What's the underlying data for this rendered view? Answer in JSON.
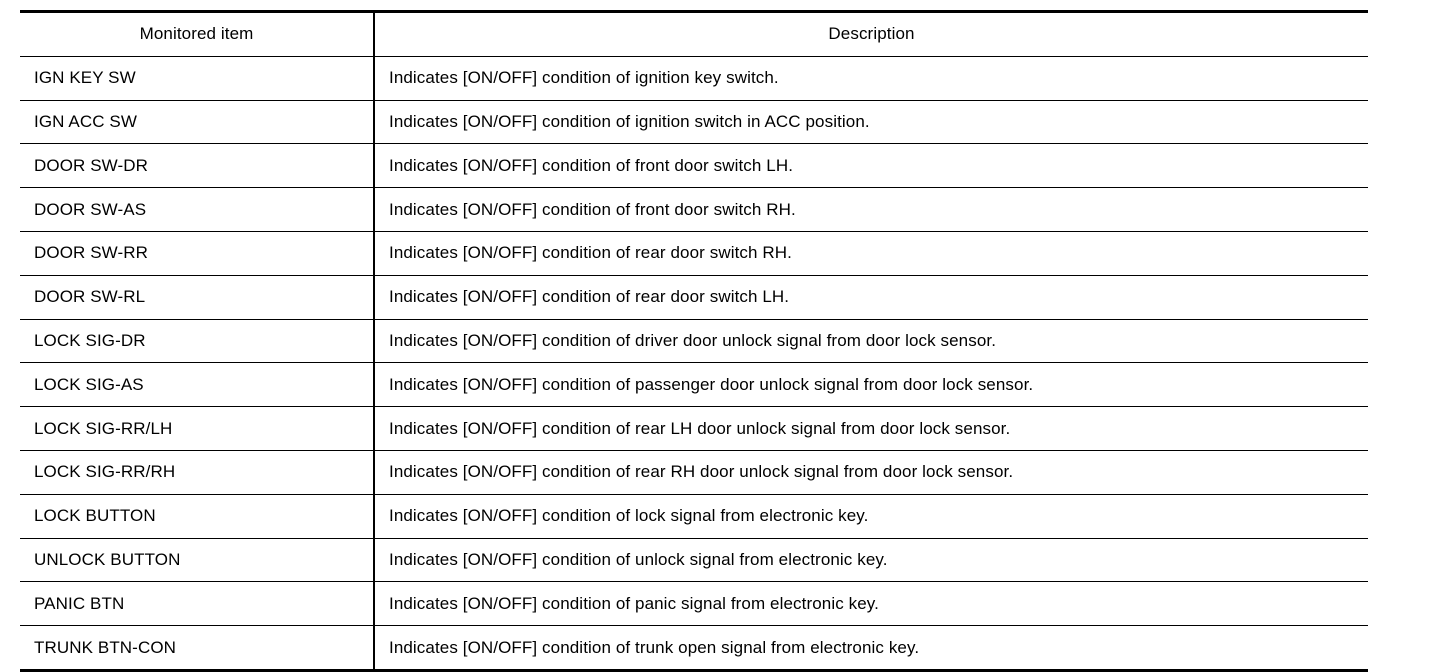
{
  "table": {
    "columns": [
      {
        "key": "item",
        "label": "Monitored item",
        "align": "center"
      },
      {
        "key": "description",
        "label": "Description",
        "align": "center"
      }
    ],
    "rows": [
      {
        "item": "IGN KEY SW",
        "description": "Indicates [ON/OFF] condition of ignition key switch."
      },
      {
        "item": "IGN ACC SW",
        "description": "Indicates [ON/OFF] condition of ignition switch in ACC position."
      },
      {
        "item": "DOOR SW-DR",
        "description": "Indicates [ON/OFF] condition of front door switch LH."
      },
      {
        "item": "DOOR SW-AS",
        "description": "Indicates [ON/OFF] condition of front door switch RH."
      },
      {
        "item": "DOOR SW-RR",
        "description": "Indicates [ON/OFF] condition of rear door switch RH."
      },
      {
        "item": "DOOR SW-RL",
        "description": "Indicates [ON/OFF] condition of rear door switch LH."
      },
      {
        "item": "LOCK SIG-DR",
        "description": "Indicates [ON/OFF] condition of driver door unlock signal from door lock sensor."
      },
      {
        "item": "LOCK SIG-AS",
        "description": "Indicates [ON/OFF] condition of passenger door unlock signal from door lock sensor."
      },
      {
        "item": "LOCK SIG-RR/LH",
        "description": "Indicates [ON/OFF] condition of rear LH door unlock signal from door lock sensor."
      },
      {
        "item": "LOCK SIG-RR/RH",
        "description": "Indicates [ON/OFF] condition of rear RH door unlock signal from door lock sensor."
      },
      {
        "item": "LOCK BUTTON",
        "description": "Indicates [ON/OFF] condition of lock signal from electronic key."
      },
      {
        "item": "UNLOCK BUTTON",
        "description": "Indicates [ON/OFF] condition of unlock signal from electronic key."
      },
      {
        "item": "PANIC BTN",
        "description": "Indicates [ON/OFF] condition of panic signal from electronic key."
      },
      {
        "item": "TRUNK BTN-CON",
        "description": "Indicates [ON/OFF] condition of trunk open signal from electronic key."
      }
    ]
  },
  "style": {
    "text_color": "#000000",
    "rule_color": "#000000",
    "background": "#ffffff"
  }
}
